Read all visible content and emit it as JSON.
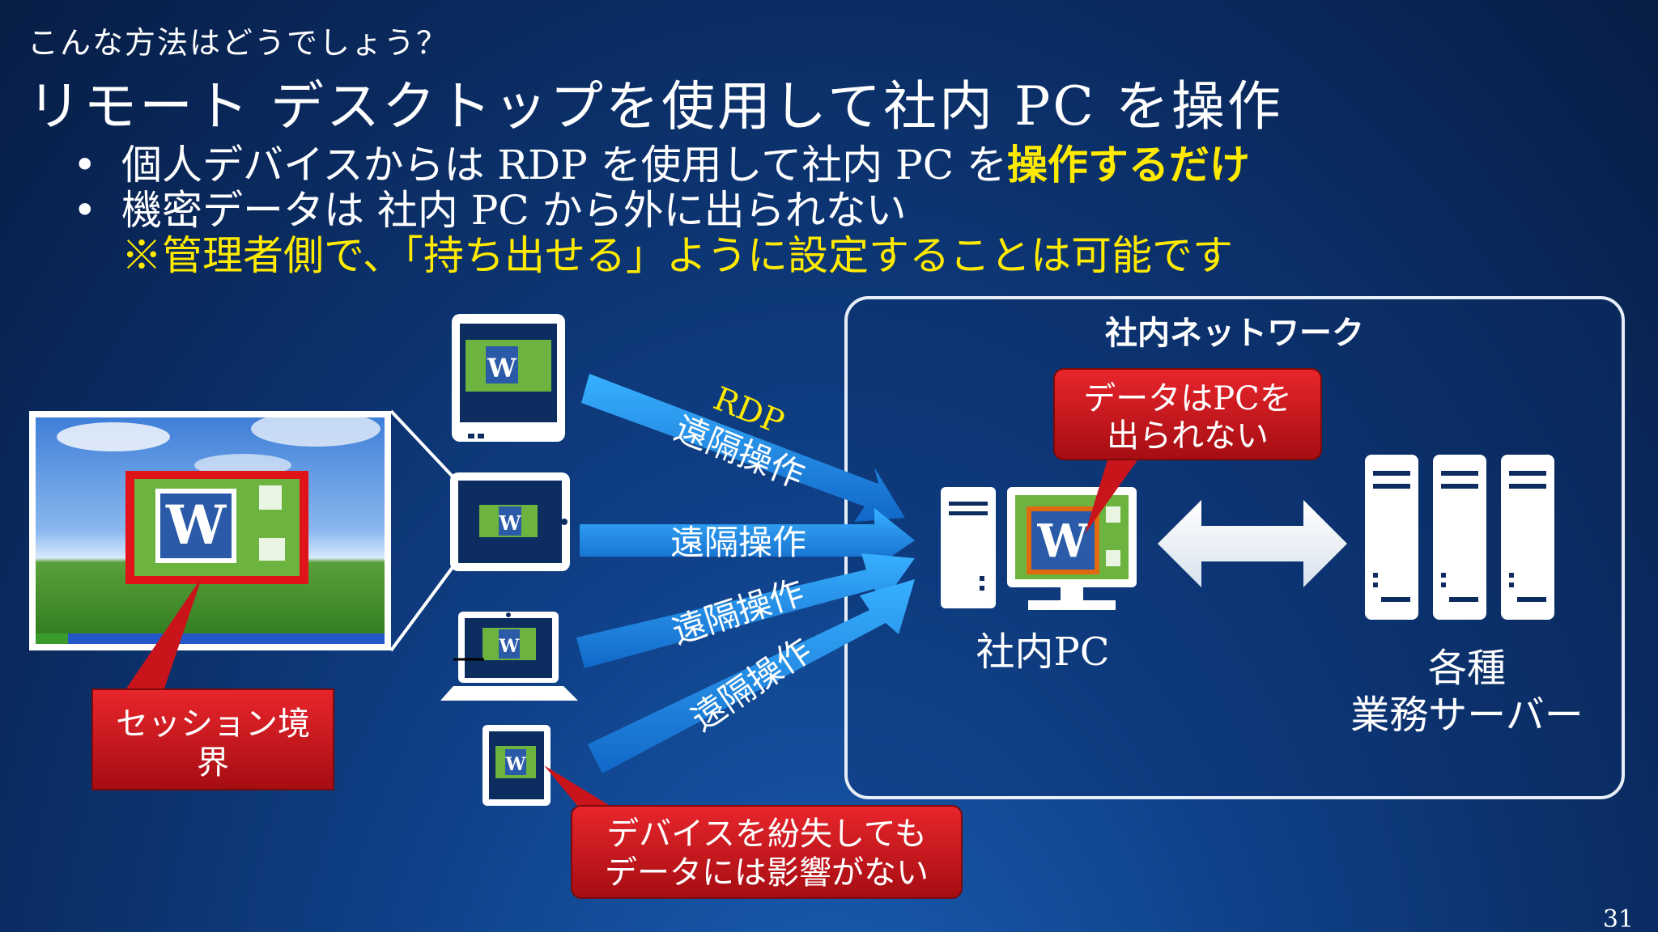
{
  "header": {
    "subtitle": "こんな方法はどうでしょう？",
    "title": "リモート デスクトップを使用して社内 PC を操作"
  },
  "bullets": [
    {
      "dot": "•",
      "text": "個人デバイスからは RDP を使用して社内 PC を",
      "highlight": "操作するだけ"
    },
    {
      "dot": "•",
      "text": "機密データは 社内 PC から外に出られない"
    }
  ],
  "note": "※管理者側で、「持ち出せる」ように設定することは可能です",
  "diagram": {
    "network_label": "社内ネットワーク",
    "arrow_labels": [
      "RDP",
      "遠隔操作",
      "遠隔操作",
      "遠隔操作",
      "遠隔操作"
    ],
    "pc_label": "社内PC",
    "servers_label_line1": "各種",
    "servers_label_line2": "業務サーバー",
    "callout_session_line1": "セッション境",
    "callout_session_line2": "界",
    "callout_data_line1": "データはPCを",
    "callout_data_line2": "出られない",
    "callout_device_line1": "デバイスを紛失しても",
    "callout_device_line2": "データには影響がない",
    "app_icon_letter": "W"
  },
  "colors": {
    "accent_yellow": "#ffea00",
    "callout_red": "#c8141a",
    "app_green": "#6db33f",
    "arrow_blue": "#1e8fe0"
  },
  "page_number": "31"
}
